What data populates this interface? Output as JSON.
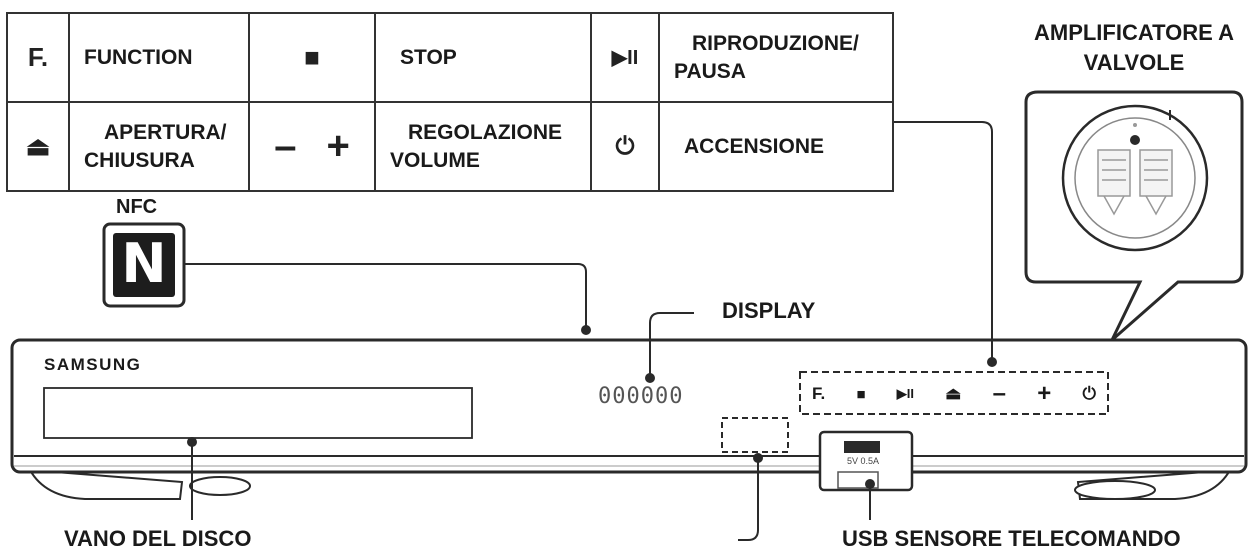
{
  "legend": {
    "rows": [
      [
        {
          "icon": "F.",
          "icon_name": "function-icon",
          "label": "FUNCTION"
        },
        {
          "icon": "■",
          "icon_name": "stop-icon",
          "label": "STOP"
        },
        {
          "icon": "▶II",
          "icon_name": "play-pause-icon",
          "label_l1": "RIPRODUZIONE/",
          "label_l2": "PAUSA"
        }
      ],
      [
        {
          "icon": "⏏",
          "icon_name": "eject-icon",
          "label_l1": "APERTURA/",
          "label_l2": "CHIUSURA"
        },
        {
          "icon_minus": "–",
          "icon_plus": "+",
          "icon_name": "volume-icon",
          "label_l1": "REGOLAZIONE",
          "label_l2": "VOLUME"
        },
        {
          "icon": "⏻",
          "icon_name": "power-icon",
          "label": "ACCENSIONE"
        }
      ]
    ]
  },
  "device": {
    "brand": "SAMSUNG",
    "display_readout": "000000",
    "usb_port_text": "5V 0.5A",
    "panel_buttons": [
      "F.",
      "■",
      "▶II",
      "⏏",
      "–",
      "+",
      "⏻"
    ]
  },
  "callouts": {
    "nfc": "NFC",
    "nfc_symbol": "N",
    "display": "DISPLAY",
    "amp_l1": "AMPLIFICATORE A",
    "amp_l2": "VALVOLE",
    "disc_tray": "VANO DEL DISCO",
    "usb_remote": "USB SENSORE TELECOMANDO"
  },
  "colors": {
    "line": "#2a2a2a",
    "body": "#ffffff",
    "shadow": "#bdbdbd"
  }
}
